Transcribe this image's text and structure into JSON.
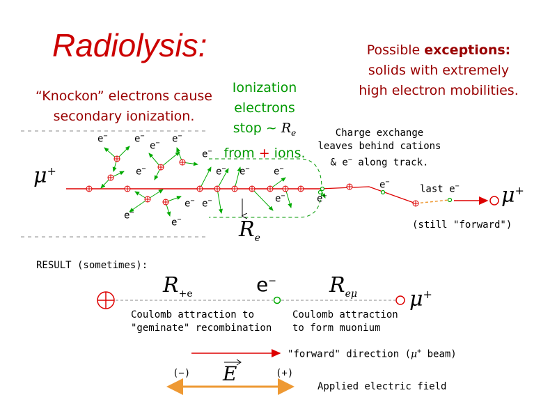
{
  "title": "Radiolysis:",
  "exceptions": {
    "line1_prefix": "Possible ",
    "line1_bold": "exceptions:",
    "line2": "solids with extremely",
    "line3": "high electron mobilities."
  },
  "knockon": {
    "line1": "“Knockon” electrons cause",
    "line2": "secondary ionization."
  },
  "ionization": {
    "line1": "Ionization",
    "line2": "electrons",
    "line3_prefix": "stop ~ ",
    "line3_symbol": "R",
    "line3_sub": "e",
    "line4_prefix": "from ",
    "line4_plus": "+",
    "line4_suffix": " ions."
  },
  "charge_exchange": {
    "line1": "Charge exchange",
    "line2": "leaves behind cations",
    "line3_prefix": "& e",
    "line3_sup": "−",
    "line3_suffix": " along track."
  },
  "track": {
    "muon_label": "μ",
    "muon_sup": "+",
    "electron": "e",
    "electron_sup": "−",
    "last_electron": "last e",
    "still_forward": "(still \"forward\")",
    "Re_symbol": "R",
    "Re_sub": "e"
  },
  "result": {
    "heading": "RESULT (sometimes):",
    "R_plus_e": "R",
    "R_plus_e_sub": "+e",
    "electron": "e",
    "electron_sup": "−",
    "R_emu": "R",
    "R_emu_sub": "eμ",
    "muon": "μ",
    "muon_sup": "+",
    "coulomb1_line1": "Coulomb attraction to",
    "coulomb1_line2": "\"geminate\" recombination",
    "coulomb2_line1": "Coulomb attraction",
    "coulomb2_line2": "to form muonium"
  },
  "legend": {
    "forward_prefix": "\"forward\" direction (",
    "forward_mu": "μ",
    "forward_sup": "+",
    "forward_suffix": " beam)",
    "minus": "(−)",
    "plus": "(+)",
    "E_symbol": "E",
    "applied_field": "Applied electric field"
  },
  "colors": {
    "title": "#cc0000",
    "maroon": "#990000",
    "green": "#009900",
    "track_red": "#dd0000",
    "field_orange": "#ee9933"
  }
}
